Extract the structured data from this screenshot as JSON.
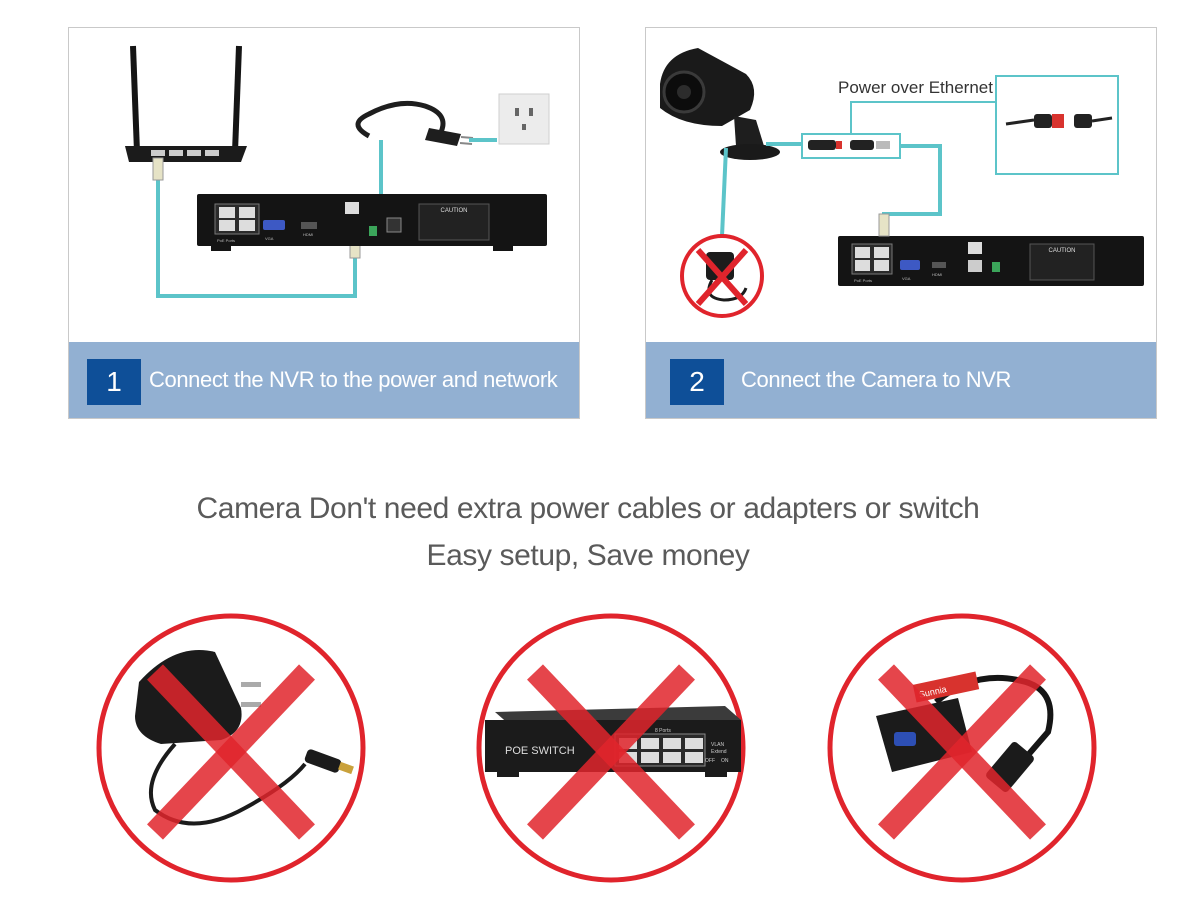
{
  "step1": {
    "number": "1",
    "caption": "Connect the NVR to the power and network",
    "nvr_labels": {
      "poe_ports": "PoE Ports",
      "vga": "VGA",
      "hdmi": "HDMI",
      "caution": "CAUTION"
    }
  },
  "step2": {
    "number": "2",
    "caption": "Connect the Camera to NVR",
    "poe_label": "Power over Ethernet",
    "nvr_labels": {
      "poe_ports": "PoE Ports",
      "vga": "VGA",
      "hdmi": "HDMI",
      "caution": "CAUTION"
    }
  },
  "tagline": {
    "line1": "Camera Don't need extra power cables or adapters or switch",
    "line2": "Easy setup, Save money"
  },
  "crossed_items": [
    {
      "icon": "power-adapter-icon"
    },
    {
      "icon": "poe-switch-icon",
      "label": "POE SWITCH",
      "ports_label": "8 Ports",
      "side_labels": [
        "VLAN",
        "Extend",
        "OFF",
        "ON"
      ]
    },
    {
      "icon": "hdmi-vga-adapter-icon",
      "brand": "Sunnia"
    }
  ],
  "colors": {
    "banner": "#92b0d2",
    "step_badge": "#0e4f98",
    "cable": "#5cc4c9",
    "prohibit": "#e0242c",
    "tagline_text": "#5a5a5a"
  }
}
